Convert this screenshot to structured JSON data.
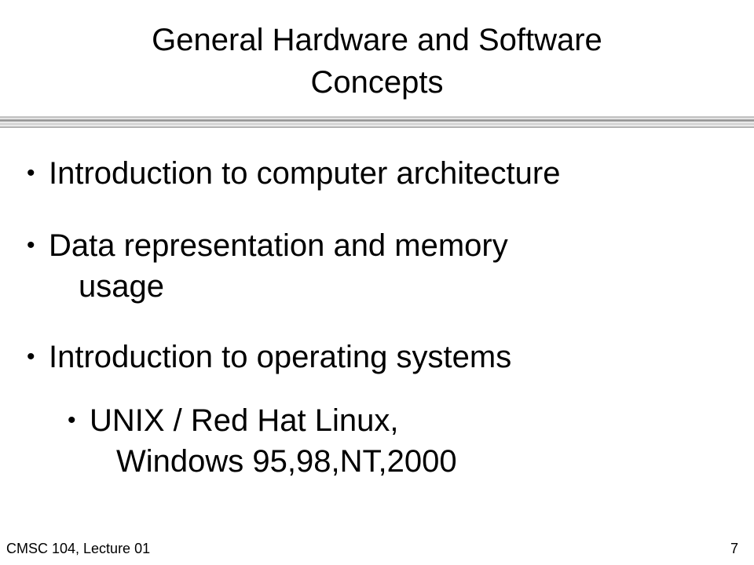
{
  "title": {
    "line1": "General Hardware and Software",
    "line2": "Concepts"
  },
  "bullets": [
    {
      "marker": "•",
      "text": "Introduction to computer architecture"
    },
    {
      "marker": "•",
      "text": "Data representation and memory",
      "continuation": "usage"
    },
    {
      "marker": "•",
      "text": "Introduction to operating systems"
    }
  ],
  "sub_bullets": [
    {
      "marker": "•",
      "text": "UNIX / Red Hat Linux,",
      "continuation": "Windows 95,98,NT,2000"
    }
  ],
  "footer": {
    "course": "CMSC 104, Lecture 01",
    "page_number": "7"
  }
}
